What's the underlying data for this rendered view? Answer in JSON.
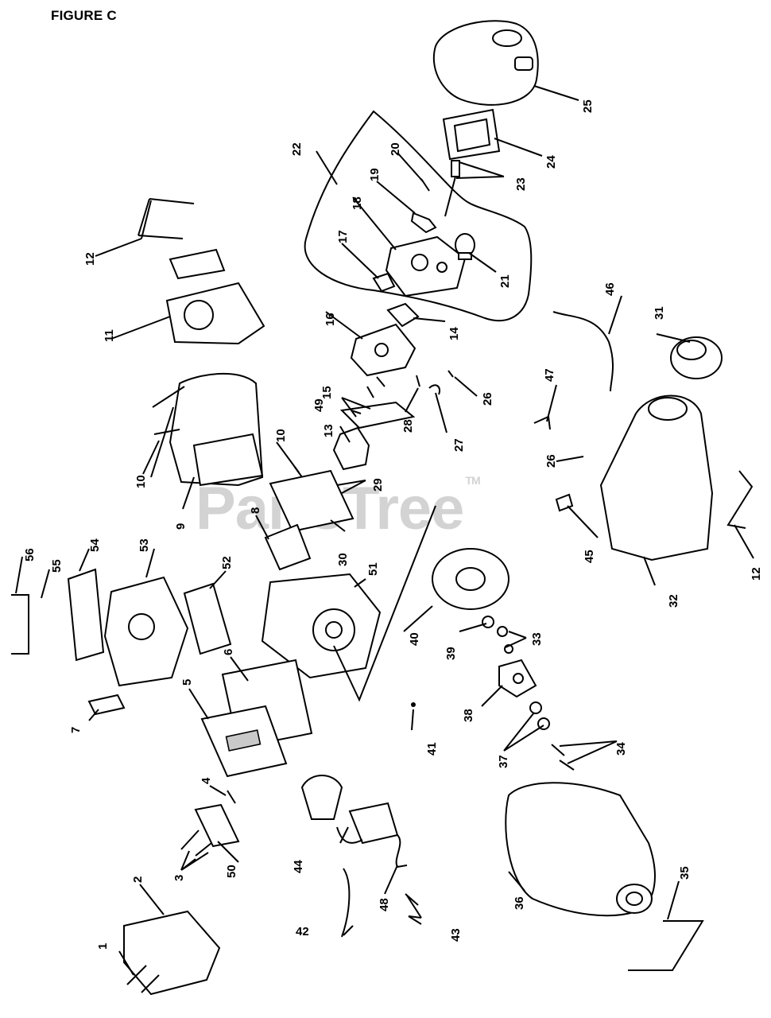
{
  "figure_title": "FIGURE C",
  "watermark": "PartsTree",
  "watermark_mark": "TM",
  "callouts": [
    "1",
    "2",
    "3",
    "4",
    "5",
    "6",
    "7",
    "8",
    "9",
    "10",
    "10",
    "11",
    "12",
    "12",
    "13",
    "14",
    "15",
    "16",
    "17",
    "18",
    "19",
    "20",
    "21",
    "22",
    "23",
    "24",
    "25",
    "26",
    "26",
    "27",
    "28",
    "29",
    "30",
    "31",
    "32",
    "33",
    "34",
    "35",
    "36",
    "37",
    "38",
    "39",
    "40",
    "41",
    "42",
    "43",
    "44",
    "45",
    "46",
    "47",
    "48",
    "49",
    "50",
    "51",
    "52",
    "53",
    "54",
    "55",
    "56"
  ]
}
